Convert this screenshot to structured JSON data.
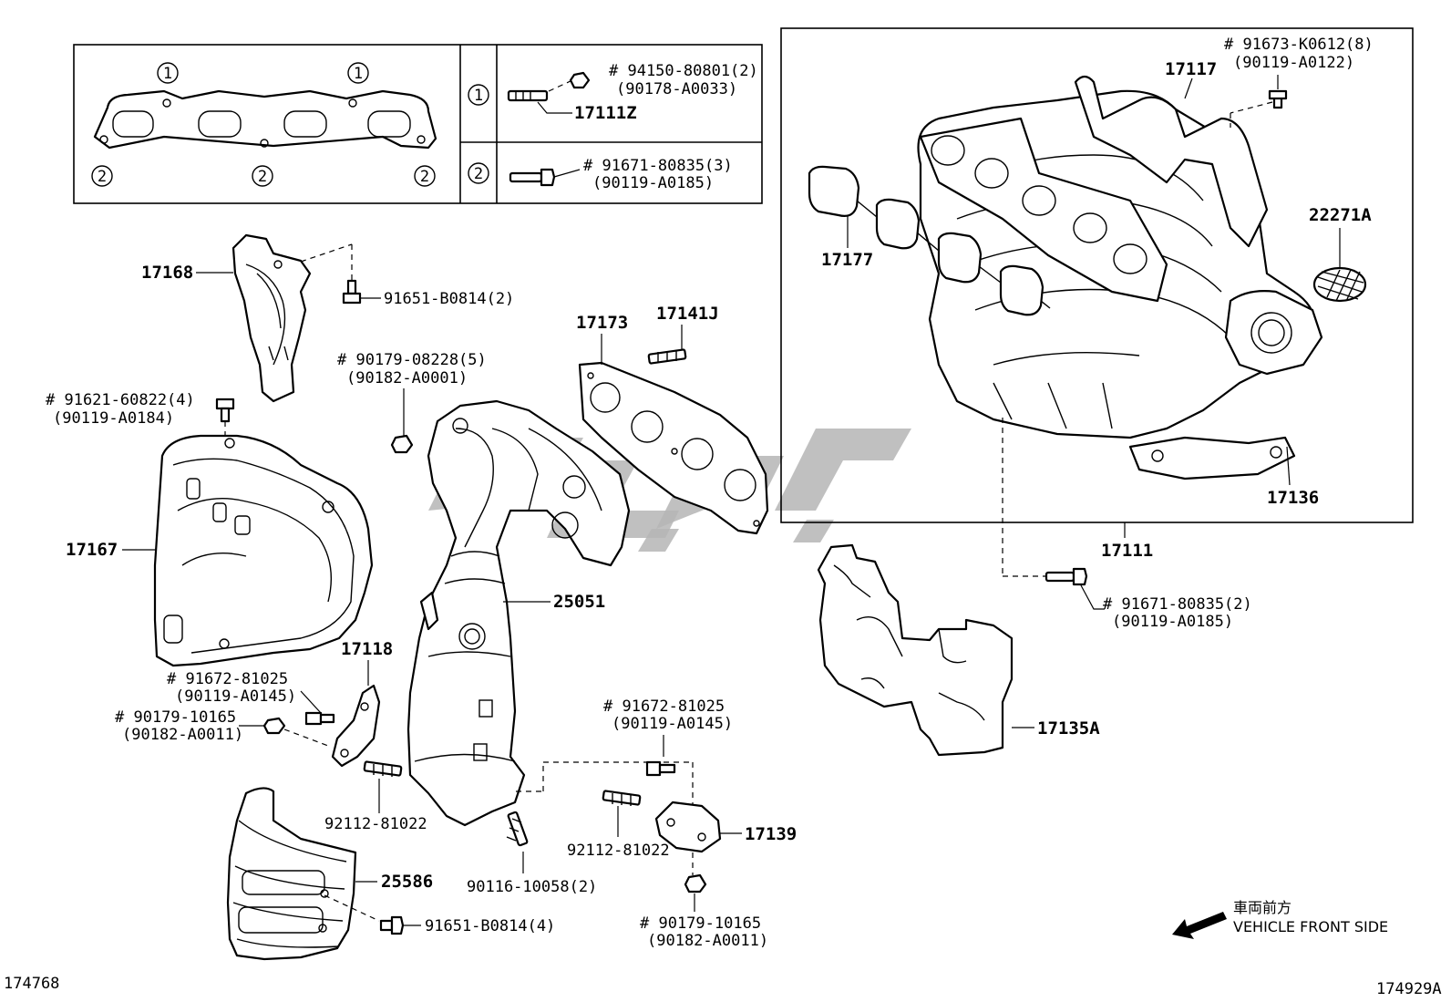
{
  "inset": {
    "ref_1": "1",
    "ref_2": "2",
    "row1": {
      "label": "17111Z",
      "note1": "# 94150-80801(2)",
      "note2": "(90178-A0033)"
    },
    "row2": {
      "note1": "# 91671-80835(3)",
      "note2": "(90119-A0185)"
    }
  },
  "parts": {
    "p17117": "17117",
    "p91673": "# 91673-K0612(8)",
    "p90119a0122": "(90119-A0122)",
    "p22271a": "22271A",
    "p17177": "17177",
    "p17136": "17136",
    "p17111": "17111",
    "p91671b": "# 91671-80835(2)",
    "p90119a0185b": "(90119-A0185)",
    "p17135a": "17135A",
    "p17168": "17168",
    "p91651a": "91651-B0814(2)",
    "p90179a": "# 90179-08228(5)",
    "p90182a0001": "(90182-A0001)",
    "p17173": "17173",
    "p17141j": "17141J",
    "p91621": "# 91621-60822(4)",
    "p90119a0184": "(90119-A0184)",
    "p17167": "17167",
    "p25051": "25051",
    "p17118": "17118",
    "p91672a": "# 91672-81025",
    "p90119a0145a": "(90119-A0145)",
    "p90179b": "# 90179-10165",
    "p90182a0011a": "(90182-A0011)",
    "p92112a": "92112-81022",
    "p91672b": "# 91672-81025",
    "p90119a0145b": "(90119-A0145)",
    "p92112b": "92112-81022",
    "p17139": "17139",
    "p25586": "25586",
    "p90116": "90116-10058(2)",
    "p91651b": "91651-B0814(4)",
    "p90179c": "# 90179-10165",
    "p90182a0011b": "(90182-A0011)"
  },
  "direction": {
    "jp": "車両前方",
    "en": "VEHICLE FRONT SIDE"
  },
  "footer": {
    "left": "174768",
    "right": "174929A"
  }
}
